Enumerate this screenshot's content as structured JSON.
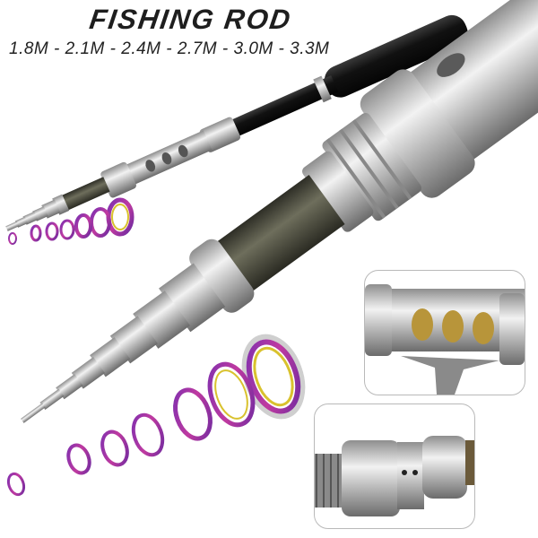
{
  "product": {
    "title": "FISHING ROD",
    "sizes_line": "1.8M - 2.1M - 2.4M - 2.7M - 3.0M - 3.3M",
    "sizes": [
      "1.8M",
      "2.1M",
      "2.4M",
      "2.7M",
      "3.0M",
      "3.3M"
    ]
  },
  "image": {
    "main_subject": "telescopic fishing rod with colorful guide rings",
    "insets": [
      {
        "label": "reel seat detail",
        "position": "right-middle"
      },
      {
        "label": "threaded end cap detail",
        "position": "bottom-right"
      }
    ],
    "colors": {
      "background": "#ffffff",
      "title_text": "#1e1e1e",
      "metal_silver": "#c9c9c9",
      "carbon_blank": "#4a4a3c",
      "grip_black": "#1a1a1a",
      "ring_purple": "#9b2fa8",
      "ring_gold": "#d9c22e",
      "inset_border": "#b9b9b9"
    }
  }
}
